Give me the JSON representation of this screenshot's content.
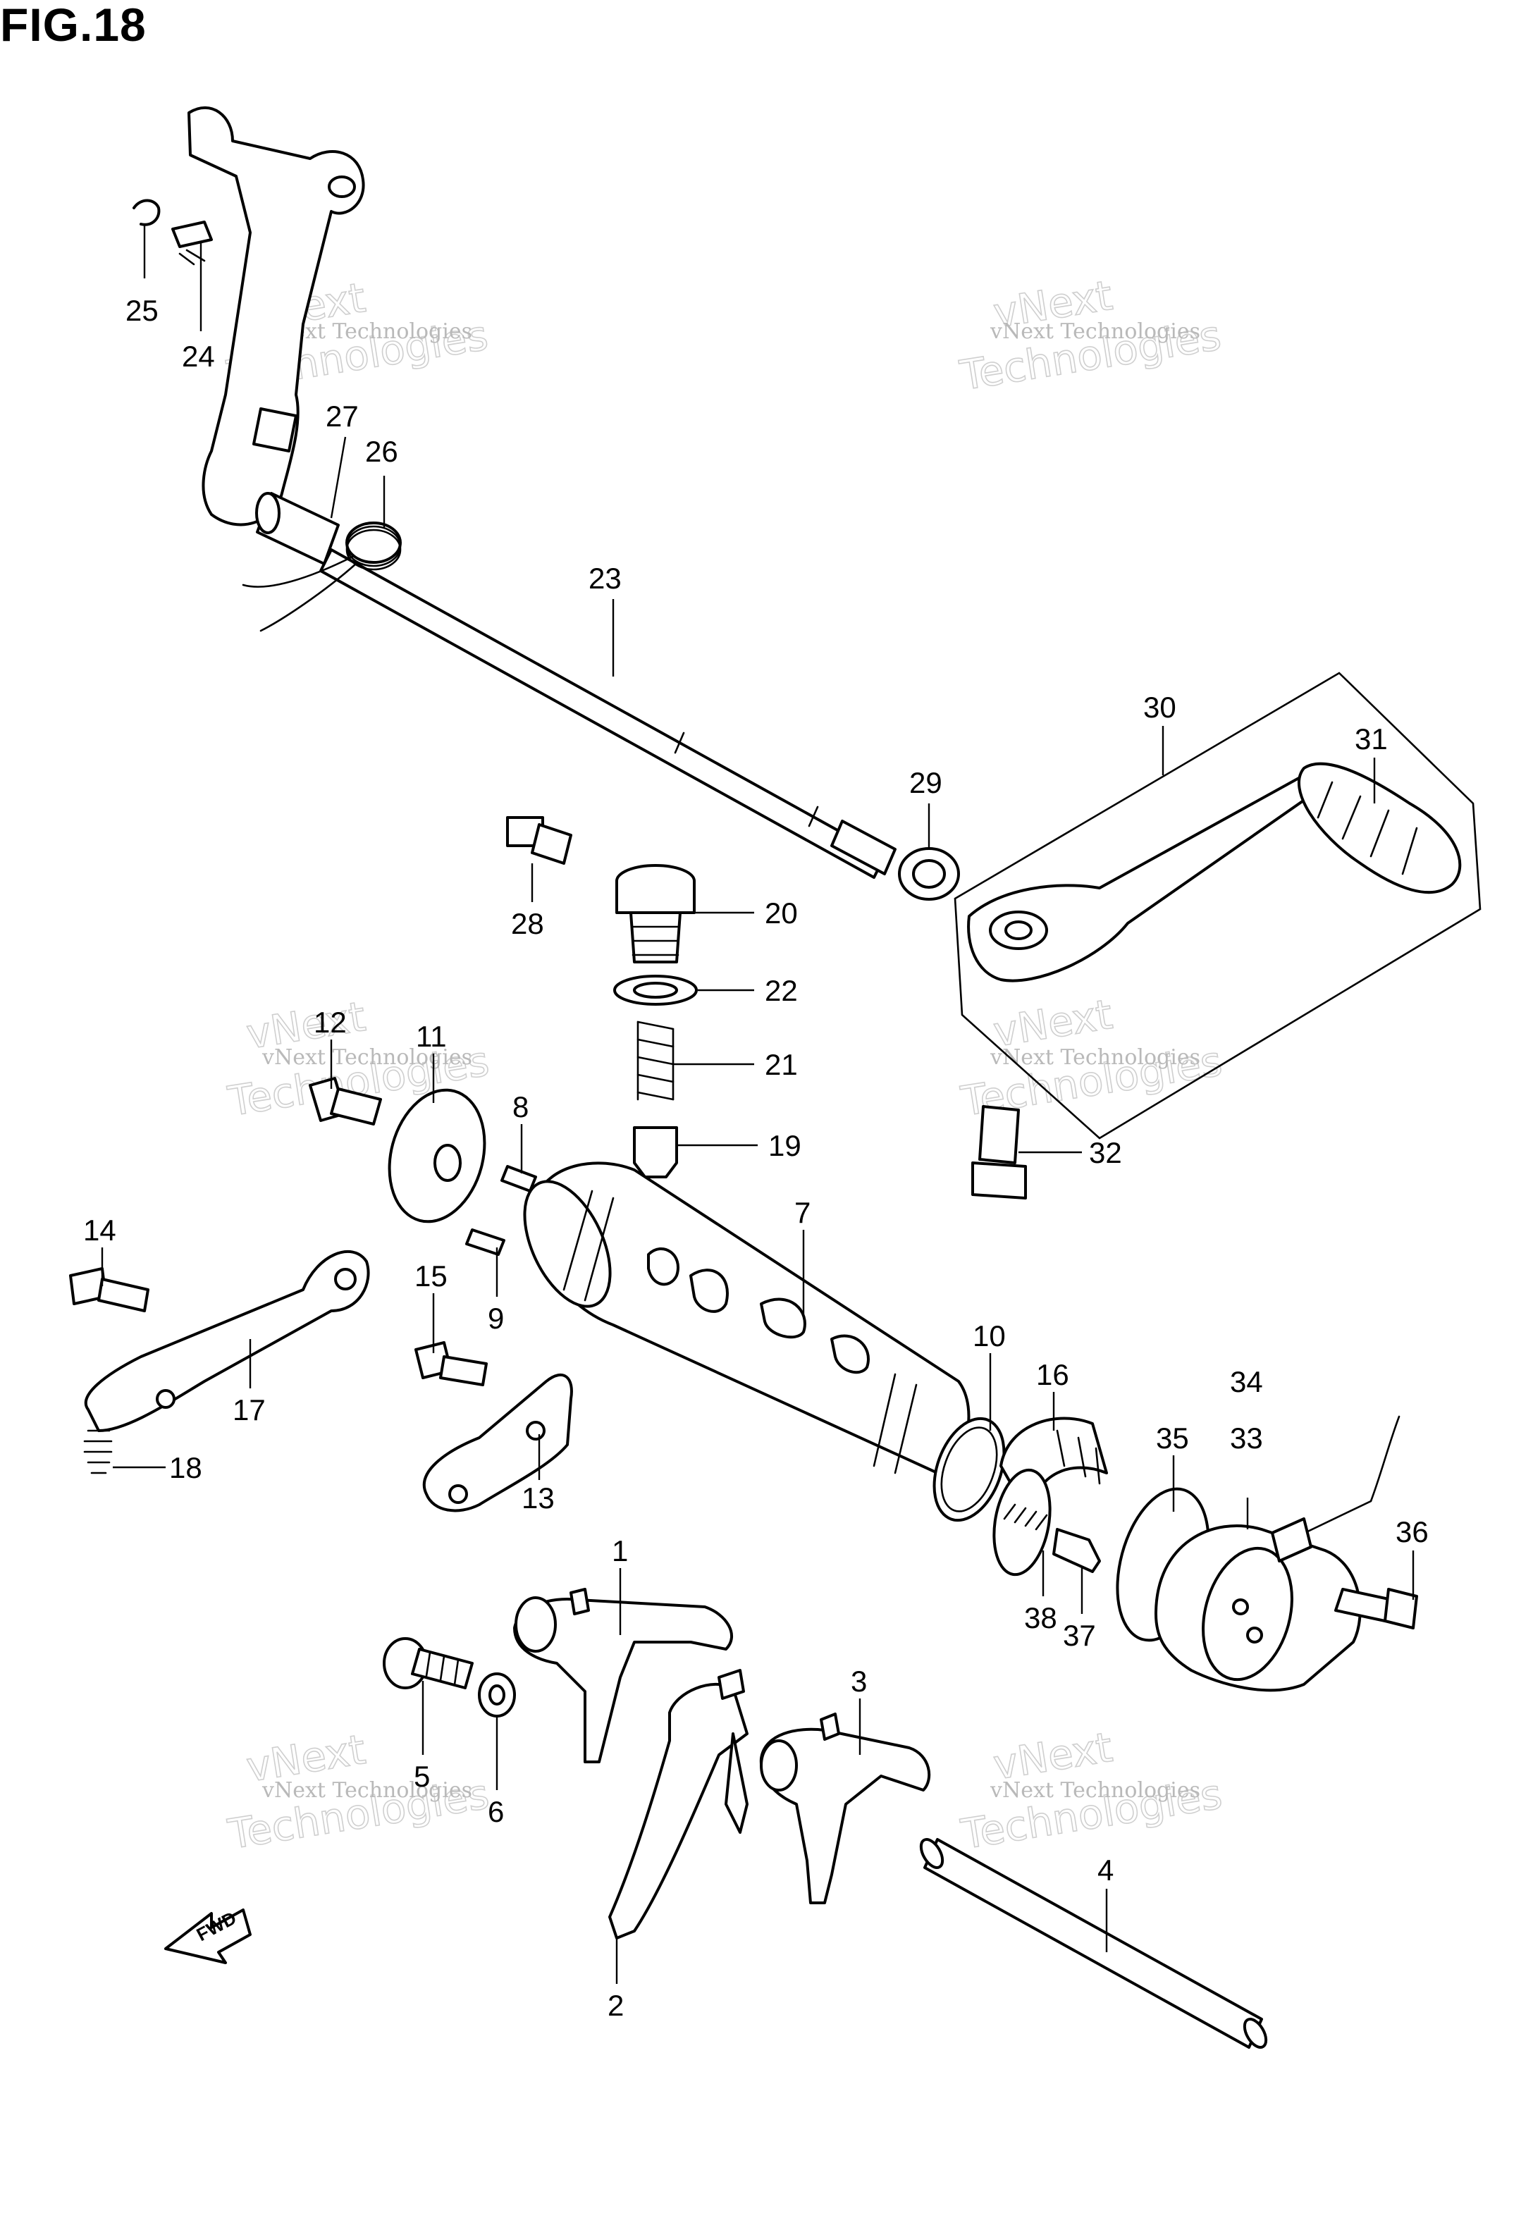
{
  "figure": {
    "title": "FIG.18",
    "fwd_label": "FWD"
  },
  "watermark": {
    "line_small": "vNext Technologies",
    "line_big_1": "vNext",
    "line_big_2": "Technologies"
  },
  "callouts": [
    {
      "id": "c1",
      "label": "1"
    },
    {
      "id": "c2",
      "label": "2"
    },
    {
      "id": "c3",
      "label": "3"
    },
    {
      "id": "c4",
      "label": "4"
    },
    {
      "id": "c5",
      "label": "5"
    },
    {
      "id": "c6",
      "label": "6"
    },
    {
      "id": "c7",
      "label": "7"
    },
    {
      "id": "c8",
      "label": "8"
    },
    {
      "id": "c9",
      "label": "9"
    },
    {
      "id": "c10",
      "label": "10"
    },
    {
      "id": "c11",
      "label": "11"
    },
    {
      "id": "c12",
      "label": "12"
    },
    {
      "id": "c13",
      "label": "13"
    },
    {
      "id": "c14",
      "label": "14"
    },
    {
      "id": "c15",
      "label": "15"
    },
    {
      "id": "c16",
      "label": "16"
    },
    {
      "id": "c17",
      "label": "17"
    },
    {
      "id": "c18",
      "label": "18"
    },
    {
      "id": "c19",
      "label": "19"
    },
    {
      "id": "c20",
      "label": "20"
    },
    {
      "id": "c21",
      "label": "21"
    },
    {
      "id": "c22",
      "label": "22"
    },
    {
      "id": "c23",
      "label": "23"
    },
    {
      "id": "c24",
      "label": "24"
    },
    {
      "id": "c25",
      "label": "25"
    },
    {
      "id": "c26",
      "label": "26"
    },
    {
      "id": "c27",
      "label": "27"
    },
    {
      "id": "c28",
      "label": "28"
    },
    {
      "id": "c29",
      "label": "29"
    },
    {
      "id": "c30",
      "label": "30"
    },
    {
      "id": "c31",
      "label": "31"
    },
    {
      "id": "c32",
      "label": "32"
    },
    {
      "id": "c33",
      "label": "33"
    },
    {
      "id": "c34",
      "label": "34"
    },
    {
      "id": "c35",
      "label": "35"
    },
    {
      "id": "c36",
      "label": "36"
    },
    {
      "id": "c37",
      "label": "37"
    },
    {
      "id": "c38",
      "label": "38"
    }
  ]
}
